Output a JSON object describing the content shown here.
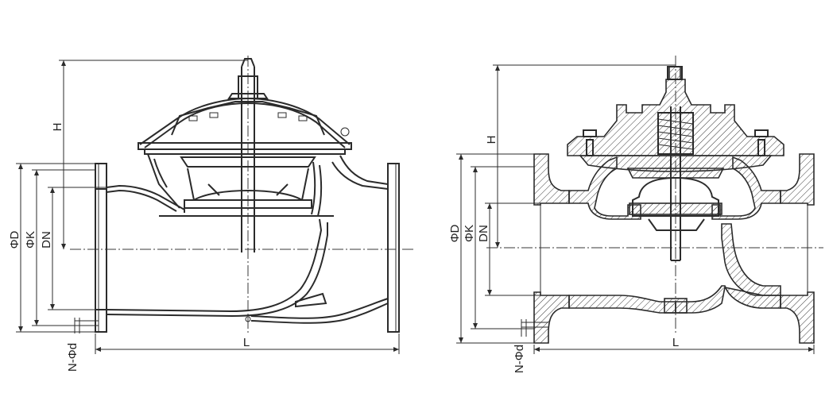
{
  "left_view": {
    "labels": {
      "height": "H",
      "flange_diameter": "ΦD",
      "bolt_circle_diameter": "ΦK",
      "nominal_diameter": "DN",
      "length": "L",
      "bolt_holes": "N-Φd"
    }
  },
  "right_view": {
    "labels": {
      "height": "H",
      "flange_diameter": "ΦD",
      "bolt_circle_diameter": "ΦK",
      "nominal_diameter": "DN",
      "length": "L",
      "bolt_holes": "N-Φd"
    }
  }
}
